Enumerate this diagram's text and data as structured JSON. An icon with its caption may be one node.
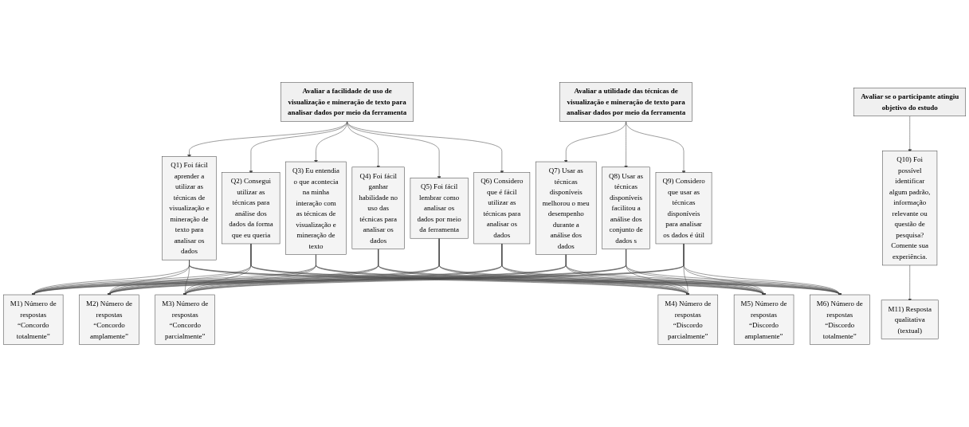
{
  "diagram": {
    "nodes": [
      {
        "text": [
          "Avaliar a facilidade de uso de visualização e mineração de texto para analisar dados por meio da ferramenta"
        ]
      },
      {
        "text": [
          "Avaliar a utilidade das técnicas de visualização e mineração de texto para analisar dados por meio da ferramenta"
        ]
      },
      {
        "text": [
          "Avaliar se o participante atingiu objetivo do estudo"
        ]
      },
      {
        "text": [
          "Q1) Foi fácil aprender a utilizar as técnicas de visualização e mineração de texto para analisar os dados"
        ]
      },
      {
        "text": [
          "Q2) Consegui utilizar as técnicas para análise dos dados da forma que eu queria"
        ]
      },
      {
        "text": [
          "Q3) Eu entendia o que acontecia na minha interação com as técnicas de visualização e mineração de texto"
        ]
      },
      {
        "text": [
          "Q4) Foi fácil ganhar habilidade no uso das técnicas para analisar os dados"
        ]
      },
      {
        "text": [
          "Q5) Foi fácil lembrar como analisar os dados por meio da ferramenta"
        ]
      },
      {
        "text": [
          "Q6) Considero que é fácil utilizar as técnicas para analisar os dados"
        ]
      },
      {
        "text": [
          "Q7) Usar as técnicas disponíveis melhorou o meu desempenho durante a análise dos dados"
        ]
      },
      {
        "text": [
          "Q8) Usar as técnicas disponíveis facilitou a análise dos conjunto de dados s"
        ]
      },
      {
        "text": [
          "Q9) Considero que usar as técnicas disponíveis para analisar os dados é útil"
        ]
      },
      {
        "text": [
          "Q10) Foi possível identificar algum padrão, informação relevante ou questão de pesquisa? Comente sua experiência."
        ]
      },
      {
        "text": [
          "M1) Número de respostas “Concordo totalmente”"
        ]
      },
      {
        "text": [
          "M2) Número de respostas “Concordo amplamente”"
        ]
      },
      {
        "text": [
          "M3) Número de respostas “Concordo parcialmente”"
        ]
      },
      {
        "text": [
          "M4) Número de respostas “Discordo parcialmente”"
        ]
      },
      {
        "text": [
          "M5) Número de respostas “Discordo amplamente”"
        ]
      },
      {
        "text": [
          "M6) Número de respostas “Discordo totalmente”"
        ]
      },
      {
        "text": [
          "M11) Resposta qualitativa (textual)"
        ]
      }
    ],
    "edges": [
      {
        "from": 0,
        "to": 3,
        "arrow": "to"
      },
      {
        "from": 0,
        "to": 4,
        "arrow": "to"
      },
      {
        "from": 0,
        "to": 5,
        "arrow": "to"
      },
      {
        "from": 0,
        "to": 6,
        "arrow": "to"
      },
      {
        "from": 0,
        "to": 7,
        "arrow": "to"
      },
      {
        "from": 0,
        "to": 8,
        "arrow": "to"
      },
      {
        "from": 1,
        "to": 9,
        "arrow": "to"
      },
      {
        "from": 1,
        "to": 10,
        "arrow": "to"
      },
      {
        "from": 1,
        "to": 11,
        "arrow": "to"
      },
      {
        "from": 2,
        "to": 12,
        "arrow": "to"
      },
      {
        "from": 3,
        "to": 13,
        "arrow": "to"
      },
      {
        "from": 3,
        "to": 14,
        "arrow": "to"
      },
      {
        "from": 3,
        "to": 15,
        "arrow": "to"
      },
      {
        "from": 3,
        "to": 16,
        "arrow": "to"
      },
      {
        "from": 3,
        "to": 17,
        "arrow": "to"
      },
      {
        "from": 3,
        "to": 18,
        "arrow": "to"
      },
      {
        "from": 4,
        "to": 13,
        "arrow": "to"
      },
      {
        "from": 4,
        "to": 14,
        "arrow": "to"
      },
      {
        "from": 4,
        "to": 15,
        "arrow": "to"
      },
      {
        "from": 4,
        "to": 16,
        "arrow": "to"
      },
      {
        "from": 4,
        "to": 17,
        "arrow": "to"
      },
      {
        "from": 4,
        "to": 18,
        "arrow": "to"
      },
      {
        "from": 5,
        "to": 13,
        "arrow": "to"
      },
      {
        "from": 5,
        "to": 14,
        "arrow": "to"
      },
      {
        "from": 5,
        "to": 15,
        "arrow": "to"
      },
      {
        "from": 5,
        "to": 16,
        "arrow": "to"
      },
      {
        "from": 5,
        "to": 17,
        "arrow": "to"
      },
      {
        "from": 5,
        "to": 18,
        "arrow": "to"
      },
      {
        "from": 6,
        "to": 13,
        "arrow": "to"
      },
      {
        "from": 6,
        "to": 14,
        "arrow": "to"
      },
      {
        "from": 6,
        "to": 15,
        "arrow": "to"
      },
      {
        "from": 6,
        "to": 16,
        "arrow": "to"
      },
      {
        "from": 6,
        "to": 17,
        "arrow": "to"
      },
      {
        "from": 6,
        "to": 18,
        "arrow": "to"
      },
      {
        "from": 7,
        "to": 13,
        "arrow": "to"
      },
      {
        "from": 7,
        "to": 14,
        "arrow": "to"
      },
      {
        "from": 7,
        "to": 15,
        "arrow": "to"
      },
      {
        "from": 7,
        "to": 16,
        "arrow": "to"
      },
      {
        "from": 7,
        "to": 17,
        "arrow": "to"
      },
      {
        "from": 7,
        "to": 18,
        "arrow": "to"
      },
      {
        "from": 8,
        "to": 13,
        "arrow": "to"
      },
      {
        "from": 8,
        "to": 14,
        "arrow": "to"
      },
      {
        "from": 8,
        "to": 15,
        "arrow": "to"
      },
      {
        "from": 8,
        "to": 16,
        "arrow": "to"
      },
      {
        "from": 8,
        "to": 17,
        "arrow": "to"
      },
      {
        "from": 8,
        "to": 18,
        "arrow": "to"
      },
      {
        "from": 9,
        "to": 13,
        "arrow": "to"
      },
      {
        "from": 9,
        "to": 14,
        "arrow": "to"
      },
      {
        "from": 9,
        "to": 15,
        "arrow": "to"
      },
      {
        "from": 9,
        "to": 16,
        "arrow": "to"
      },
      {
        "from": 9,
        "to": 17,
        "arrow": "to"
      },
      {
        "from": 9,
        "to": 18,
        "arrow": "to"
      },
      {
        "from": 10,
        "to": 13,
        "arrow": "to"
      },
      {
        "from": 10,
        "to": 14,
        "arrow": "to"
      },
      {
        "from": 10,
        "to": 15,
        "arrow": "to"
      },
      {
        "from": 10,
        "to": 16,
        "arrow": "to"
      },
      {
        "from": 10,
        "to": 17,
        "arrow": "to"
      },
      {
        "from": 10,
        "to": 18,
        "arrow": "to"
      },
      {
        "from": 11,
        "to": 13,
        "arrow": "to"
      },
      {
        "from": 11,
        "to": 14,
        "arrow": "to"
      },
      {
        "from": 11,
        "to": 15,
        "arrow": "to"
      },
      {
        "from": 11,
        "to": 16,
        "arrow": "to"
      },
      {
        "from": 11,
        "to": 17,
        "arrow": "to"
      },
      {
        "from": 11,
        "to": 18,
        "arrow": "to"
      },
      {
        "from": 12,
        "to": 19,
        "arrow": "to"
      }
    ]
  }
}
